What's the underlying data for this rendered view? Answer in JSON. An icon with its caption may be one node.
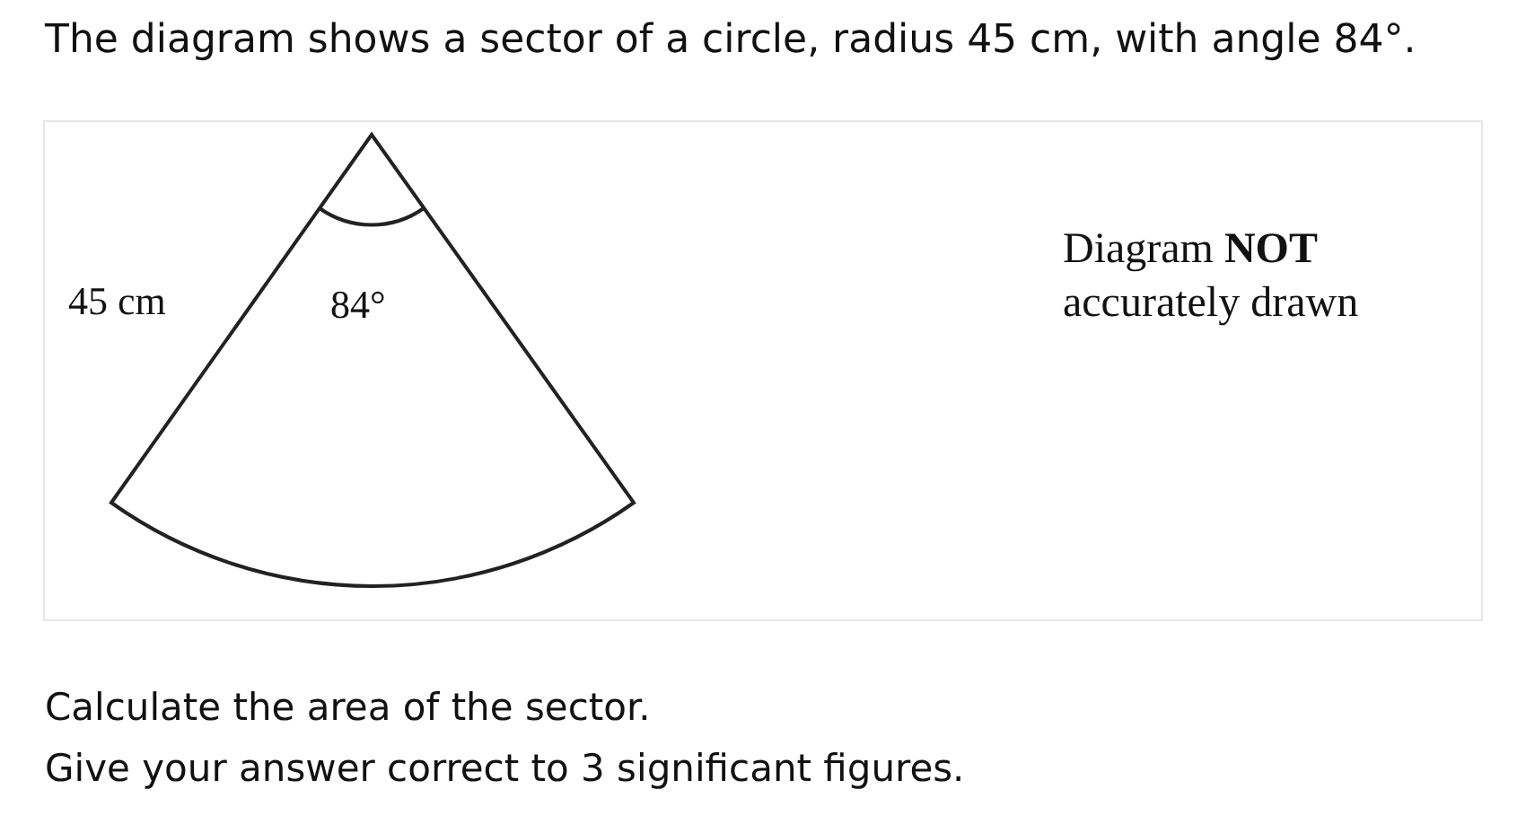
{
  "diagram": {
    "title": "The diagram shows a sector of a circle, radius 45 cm, with angle 84°.",
    "labels": [
      "45 cm",
      "84°",
      "Diagram **NOT** accurately drawn",
      "Calculate the area of the sector.",
      "Give your answer correct to 3 significant figures."
    ]
  }
}
